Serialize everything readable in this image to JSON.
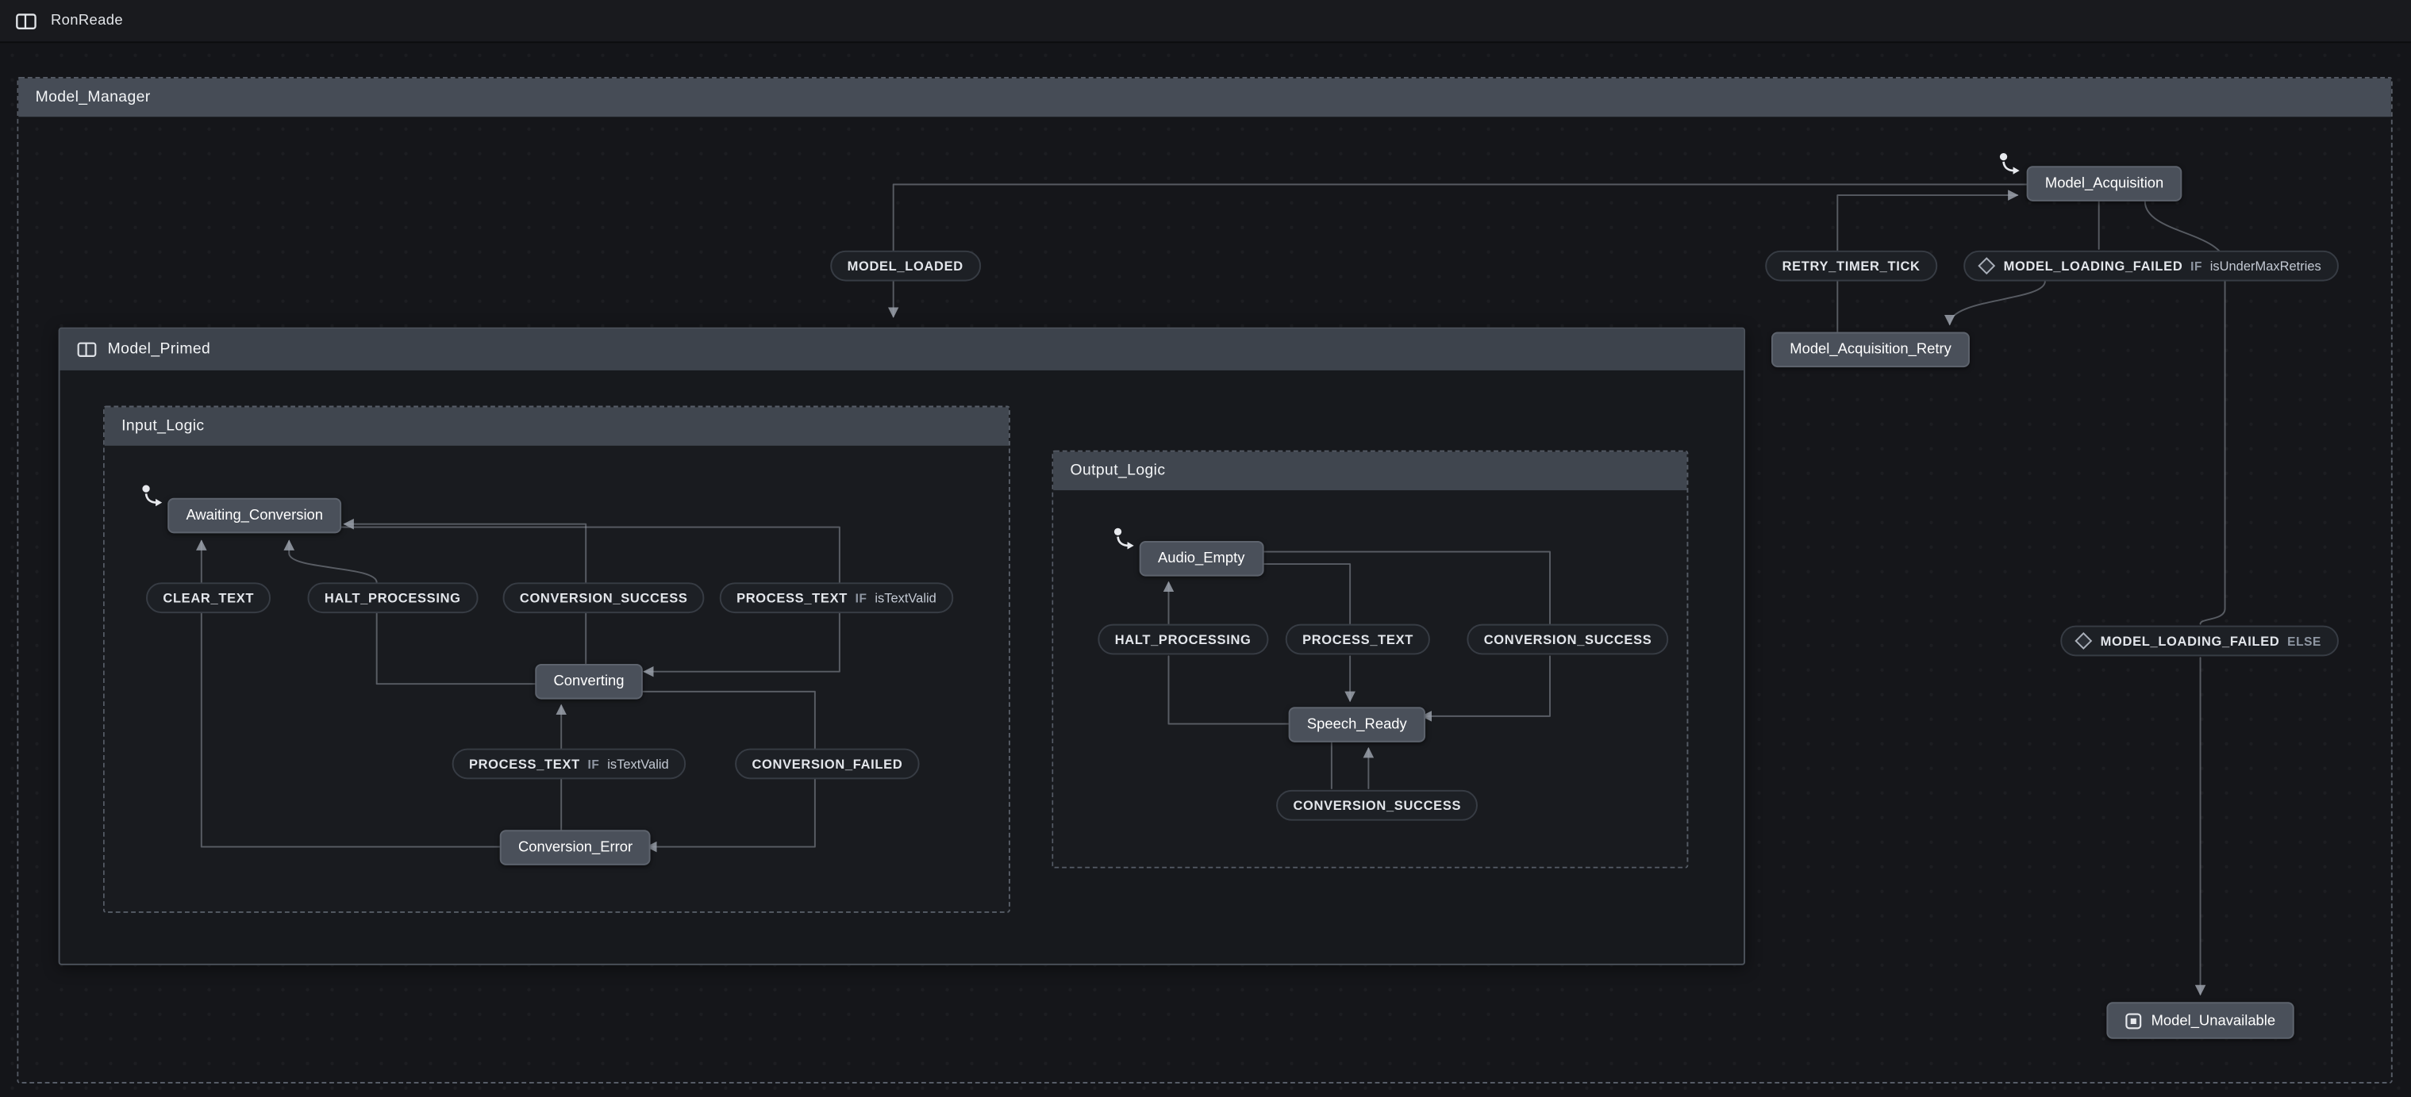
{
  "topbar": {
    "title": "RonReade"
  },
  "colors": {
    "canvas_bg": "#141519",
    "group_header_bg": "#464c56",
    "compound_header_bg": "#3d434c",
    "node_bg": "#4a505a",
    "pill_bg": "#1d2025",
    "edge": "#9aa0aa"
  },
  "diagram": {
    "states": {
      "model_manager": {
        "label": "Model_Manager"
      },
      "model_primed": {
        "label": "Model_Primed"
      },
      "input_logic": {
        "label": "Input_Logic"
      },
      "output_logic": {
        "label": "Output_Logic"
      },
      "awaiting_conversion": {
        "label": "Awaiting_Conversion"
      },
      "converting": {
        "label": "Converting"
      },
      "conversion_error": {
        "label": "Conversion_Error"
      },
      "audio_empty": {
        "label": "Audio_Empty"
      },
      "speech_ready": {
        "label": "Speech_Ready"
      },
      "model_acquisition": {
        "label": "Model_Acquisition"
      },
      "model_acquisition_retry": {
        "label": "Model_Acquisition_Retry"
      },
      "model_unavailable": {
        "label": "Model_Unavailable"
      }
    },
    "events": {
      "model_loaded": {
        "label": "MODEL_LOADED"
      },
      "retry_timer_tick": {
        "label": "RETRY_TIMER_TICK"
      },
      "model_loading_failed_if": {
        "label": "MODEL_LOADING_FAILED",
        "guard_kw": "IF",
        "guard": "isUnderMaxRetries"
      },
      "model_loading_failed_else": {
        "label": "MODEL_LOADING_FAILED",
        "guard_kw": "ELSE"
      },
      "clear_text": {
        "label": "CLEAR_TEXT"
      },
      "halt_processing_in": {
        "label": "HALT_PROCESSING"
      },
      "conversion_success_in": {
        "label": "CONVERSION_SUCCESS"
      },
      "process_text_if_1": {
        "label": "PROCESS_TEXT",
        "guard_kw": "IF",
        "guard": "isTextValid"
      },
      "process_text_if_2": {
        "label": "PROCESS_TEXT",
        "guard_kw": "IF",
        "guard": "isTextValid"
      },
      "conversion_failed": {
        "label": "CONVERSION_FAILED"
      },
      "halt_processing_out": {
        "label": "HALT_PROCESSING"
      },
      "process_text_out": {
        "label": "PROCESS_TEXT"
      },
      "conversion_success_out_a": {
        "label": "CONVERSION_SUCCESS"
      },
      "conversion_success_out_b": {
        "label": "CONVERSION_SUCCESS"
      }
    }
  }
}
